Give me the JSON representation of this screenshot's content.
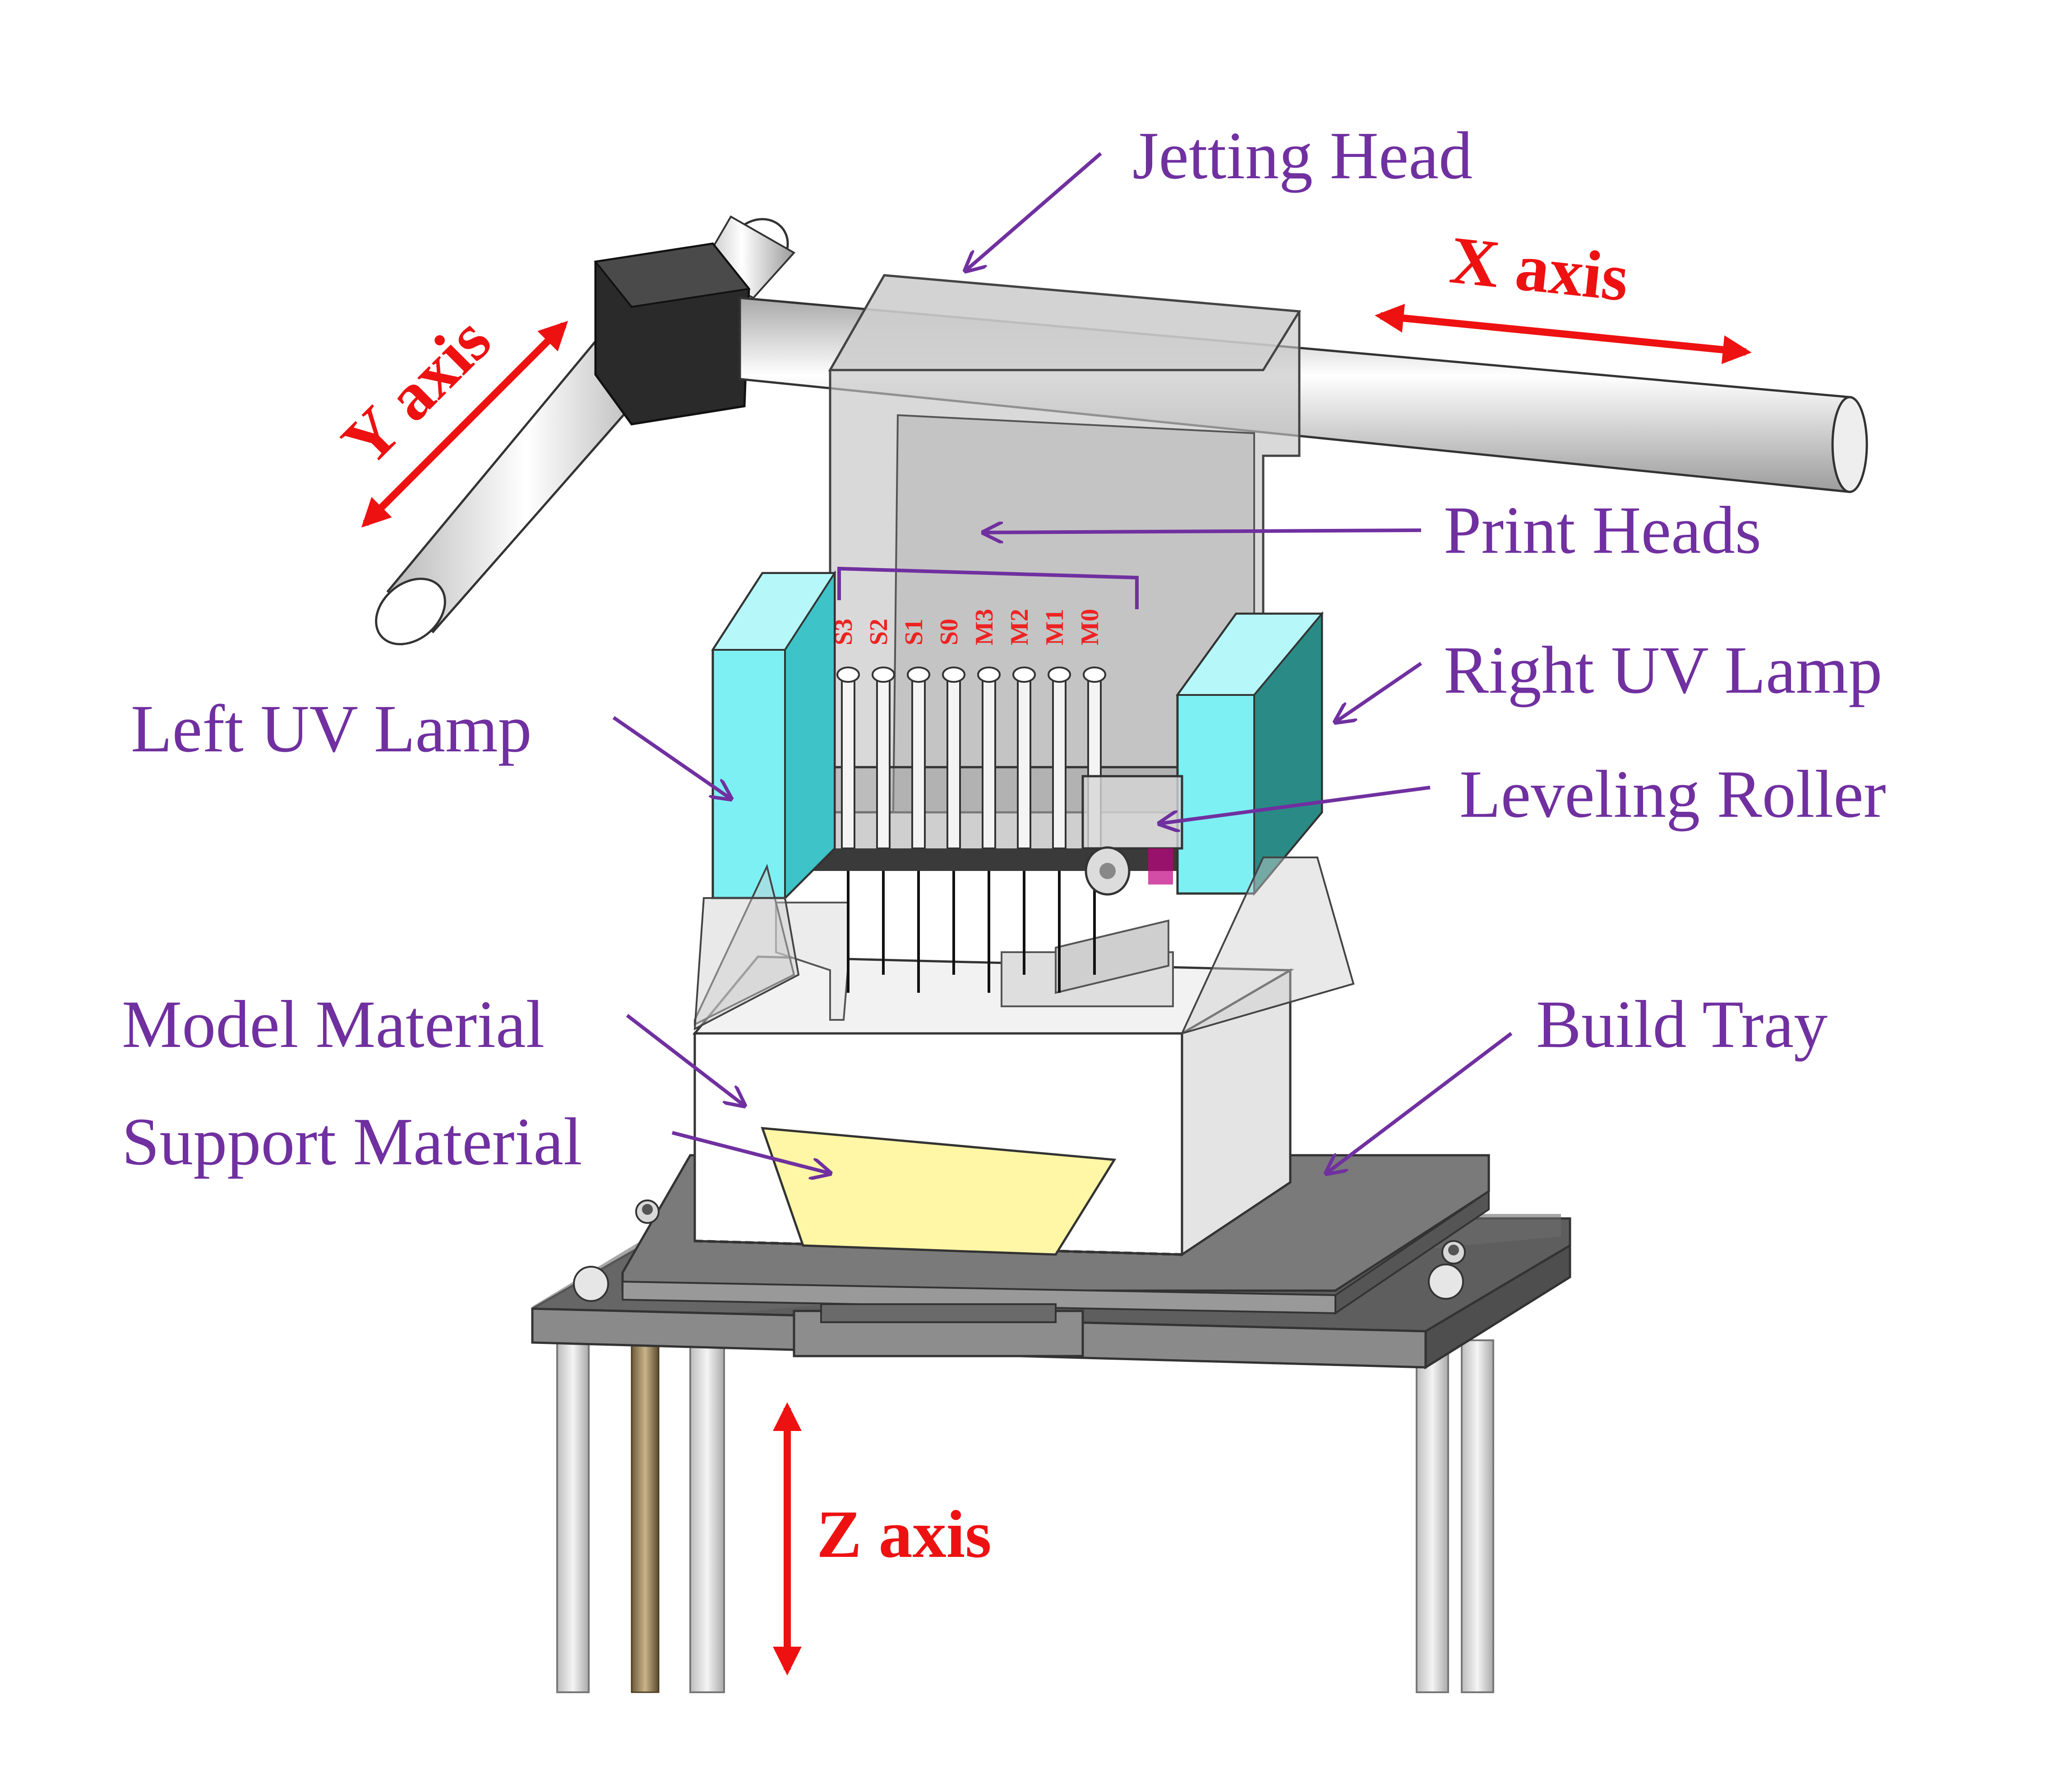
{
  "colors": {
    "label": "#7030a0",
    "axis": "#ee1111",
    "uv_lamp": "#7df0f4",
    "support": "#fff6a6",
    "tray": "#6b6b6b",
    "frame": "#9a9a9a"
  },
  "labels": {
    "jetting_head": "Jetting Head",
    "print_heads": "Print Heads",
    "right_uv_lamp": "Right UV Lamp",
    "left_uv_lamp": "Left UV Lamp",
    "leveling_roller": "Leveling Roller",
    "model_material": "Model Material",
    "support_material": "Support Material",
    "build_tray": "Build Tray"
  },
  "axes": {
    "x": "X axis",
    "y": "Y axis",
    "z": "Z axis"
  },
  "print_head_ids": [
    "S3",
    "S2",
    "S1",
    "S0",
    "M3",
    "M2",
    "M1",
    "M0"
  ]
}
